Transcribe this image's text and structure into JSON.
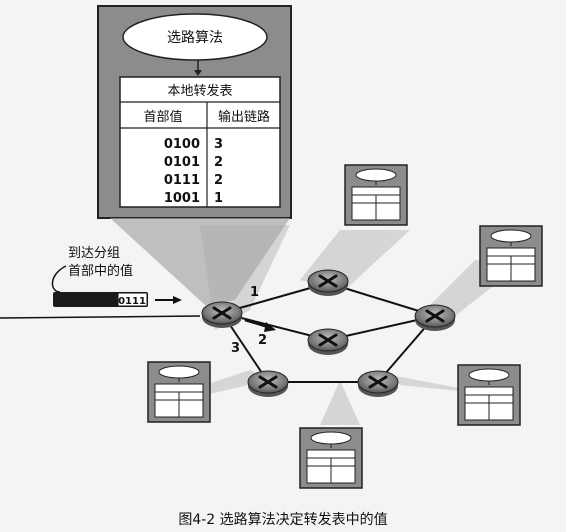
{
  "routing_box": {
    "algorithm_label": "选路算法",
    "table_title": "本地转发表",
    "header_col1": "首部值",
    "header_col2": "输出链路",
    "rows": [
      {
        "header": "0100",
        "link": "3"
      },
      {
        "header": "0101",
        "link": "2"
      },
      {
        "header": "0111",
        "link": "2"
      },
      {
        "header": "1001",
        "link": "1"
      }
    ]
  },
  "packet": {
    "arrival_label_line1": "到达分组",
    "arrival_label_line2": "首部中的值",
    "header_value": "0111"
  },
  "links": {
    "link_1": "1",
    "link_2": "2",
    "link_3": "3"
  },
  "caption": "图4-2  选路算法决定转发表中的值",
  "colors": {
    "router_fill": "#8a8a8a",
    "box_fill": "#8c8c8c",
    "packet_fill": "#1a1a1a"
  }
}
